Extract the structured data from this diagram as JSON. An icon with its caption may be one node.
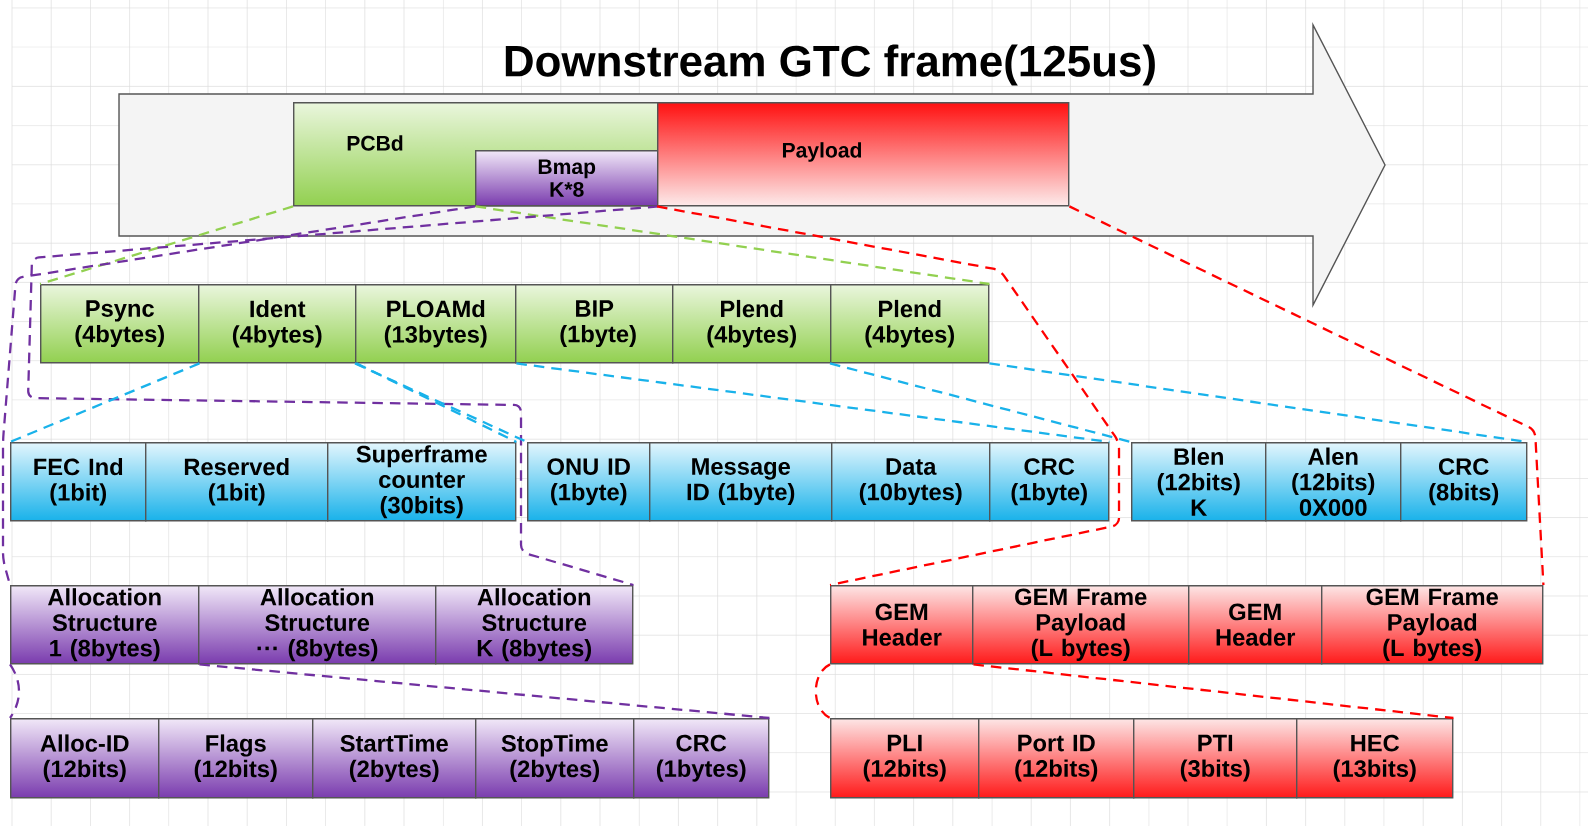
{
  "diagram": {
    "nodes": [
      {
        "text": [
          "Downstream GTC frame(125us)"
        ]
      },
      {
        "text": [
          "PCBd"
        ],
        "in": 0
      },
      {
        "text": [
          "Bmap K*8"
        ],
        "in": 1
      },
      {
        "text": [
          "Payload"
        ],
        "in": 0
      },
      {
        "text": [
          "Psync (4bytes)"
        ]
      },
      {
        "text": [
          "Ident (4bytes)"
        ]
      },
      {
        "text": [
          "PLOAMd (13bytes)"
        ]
      },
      {
        "text": [
          "BIP (1byte)"
        ]
      },
      {
        "text": [
          "Plend (4bytes)"
        ]
      },
      {
        "text": [
          "Plend (4bytes)"
        ]
      },
      {
        "text": [
          "FEC Ind (1bit)"
        ]
      },
      {
        "text": [
          "Reserved (1bit)"
        ]
      },
      {
        "text": [
          "Superframe counter (30bits)"
        ]
      },
      {
        "text": [
          "ONU ID (1byte)"
        ]
      },
      {
        "text": [
          "Message ID (1byte)"
        ]
      },
      {
        "text": [
          "Data (10bytes)"
        ]
      },
      {
        "text": [
          "CRC (1byte)"
        ]
      },
      {
        "text": [
          "Blen (12bits) K"
        ]
      },
      {
        "text": [
          "Alen (12bits) 0X000"
        ]
      },
      {
        "text": [
          "CRC (8bits)"
        ]
      },
      {
        "text": [
          "Allocation Structure 1 (8bytes)"
        ]
      },
      {
        "text": [
          "Allocation Structure ··· (8bytes)"
        ]
      },
      {
        "text": [
          "Allocation Structure K (8bytes)"
        ]
      },
      {
        "text": [
          "GEM Header"
        ]
      },
      {
        "text": [
          "GEM Frame Payload (L bytes)"
        ]
      },
      {
        "text": [
          "GEM Header"
        ]
      },
      {
        "text": [
          "GEM Frame Payload (L bytes)"
        ]
      },
      {
        "text": [
          "Alloc-ID (12bits)"
        ]
      },
      {
        "text": [
          "Flags (12bits)"
        ]
      },
      {
        "text": [
          "StartTime (2bytes)"
        ]
      },
      {
        "text": [
          "StopTime (2bytes)"
        ]
      },
      {
        "text": [
          "CRC (1bytes)"
        ]
      },
      {
        "text": [
          "PLI (12bits)"
        ]
      },
      {
        "text": [
          "Port ID (12bits)"
        ]
      },
      {
        "text": [
          "PTI (3bits)"
        ]
      },
      {
        "text": [
          "HEC (13bits)"
        ]
      }
    ],
    "edges": [
      {
        "from": 1,
        "to": 4,
        "arrow": "none",
        "color": "#92d050"
      },
      {
        "from": 1,
        "to": 9,
        "arrow": "none",
        "color": "#92d050"
      },
      {
        "from": 2,
        "to": 20,
        "arrow": "none",
        "color": "#7030a0"
      },
      {
        "from": 2,
        "to": 22,
        "arrow": "none",
        "color": "#7030a0"
      },
      {
        "from": 3,
        "to": 23,
        "arrow": "none",
        "color": "#ff0000"
      },
      {
        "from": 3,
        "to": 26,
        "arrow": "none",
        "color": "#ff0000"
      },
      {
        "from": 4,
        "to": 10,
        "arrow": "none"
      },
      {
        "from": 5,
        "to": 12,
        "arrow": "none"
      },
      {
        "from": 6,
        "to": 13,
        "arrow": "none"
      },
      {
        "from": 6,
        "to": 16,
        "arrow": "none"
      },
      {
        "from": 9,
        "to": 17,
        "arrow": "none"
      },
      {
        "from": 9,
        "to": 19,
        "arrow": "none"
      },
      {
        "from": 20,
        "to": 27,
        "arrow": "none",
        "color": "#7030a0"
      },
      {
        "from": 20,
        "to": 31,
        "arrow": "none",
        "color": "#7030a0"
      },
      {
        "from": 23,
        "to": 32,
        "arrow": "none",
        "color": "#ff0000"
      },
      {
        "from": 23,
        "to": 35,
        "arrow": "none",
        "color": "#ff0000"
      }
    ]
  }
}
